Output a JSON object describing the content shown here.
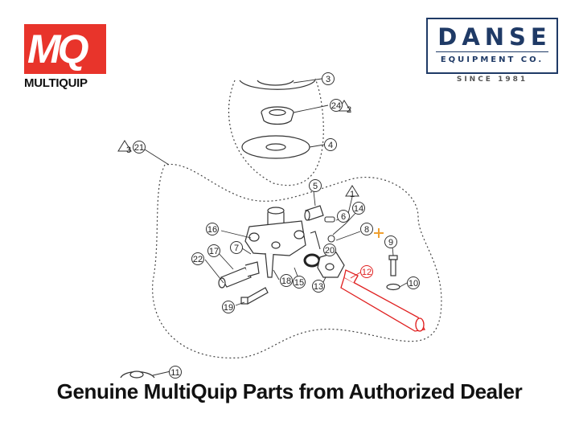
{
  "brand": {
    "mq_logo_text": "MQ",
    "mq_name": "MULTIQUIP",
    "dealer_name": "DANSE",
    "dealer_sub": "EQUIPMENT CO.",
    "dealer_since": "SINCE 1981",
    "colors": {
      "mq_red": "#e8342b",
      "dealer_navy": "#1f3a66",
      "highlight": "#e02020",
      "plus": "#f0a030"
    }
  },
  "diagram": {
    "callouts": [
      "3",
      "24",
      "2",
      "4",
      "3",
      "21",
      "5",
      "1",
      "14",
      "6",
      "16",
      "8",
      "7",
      "9",
      "17",
      "22",
      "12",
      "18",
      "15",
      "13",
      "10",
      "19",
      "20",
      "11"
    ],
    "highlighted_part": "12",
    "marker_icon": "plus-marker"
  },
  "footer": {
    "tagline": "Genuine MultiQuip Parts from Authorized Dealer"
  }
}
